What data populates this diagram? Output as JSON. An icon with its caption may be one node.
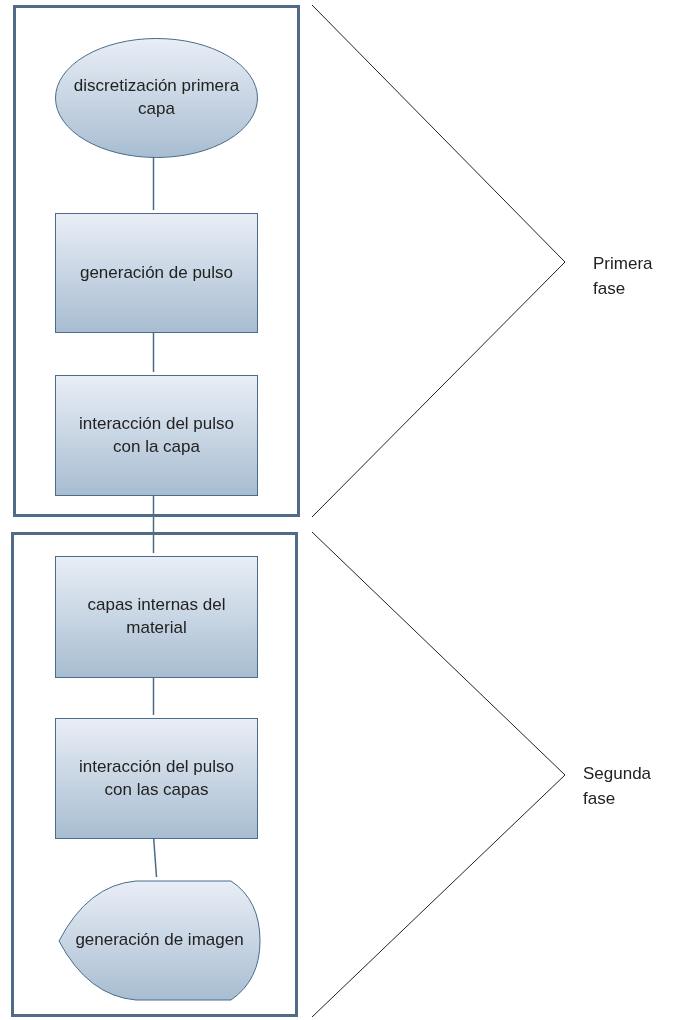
{
  "diagram": {
    "nodes": [
      {
        "text": [],
        "shape": "box"
      },
      {
        "text": [
          "discretización primera capa"
        ],
        "in": 0
      },
      {
        "text": [
          "generación de pulso"
        ],
        "in": 0
      },
      {
        "text": [
          "interacción del pulso con la capa"
        ],
        "in": 0
      },
      {
        "text": [],
        "shape": "box"
      },
      {
        "text": [
          "capas internas del material"
        ],
        "in": 4
      },
      {
        "text": [
          "interacción del pulso con las capas"
        ],
        "in": 4
      },
      {
        "text": [
          "generación de imagen"
        ],
        "in": 4
      }
    ],
    "edges": [
      {
        "from": 1,
        "to": 2,
        "arrow": "none"
      },
      {
        "from": 2,
        "to": 3,
        "arrow": "none"
      },
      {
        "from": 3,
        "to": 5,
        "arrow": "none"
      },
      {
        "from": 5,
        "to": 6,
        "arrow": "none"
      },
      {
        "from": 6,
        "to": 7,
        "arrow": "none"
      }
    ],
    "labels": [
      "Primera fase",
      "Segunda fase"
    ]
  }
}
